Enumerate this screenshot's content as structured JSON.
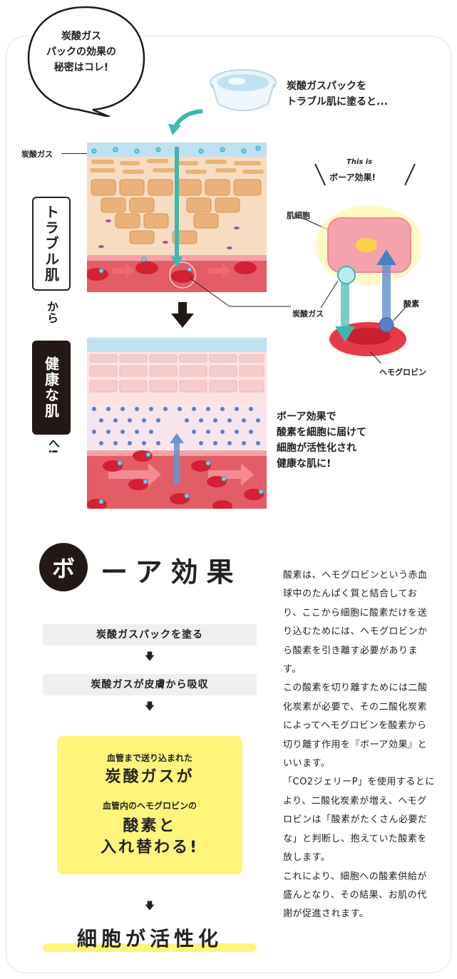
{
  "bubble": {
    "text": "炭酸ガス\nパックの効果の\n秘密はコレ!"
  },
  "pack": {
    "caption": "炭酸ガスパックを\nトラブル肌に塗ると..."
  },
  "diagram": {
    "co2_label": "炭酸ガス",
    "this_is": "This is",
    "bohr_label": "ボーア効果!",
    "skin_cell_label": "肌細胞",
    "co2_gas_label": "炭酸ガス",
    "oxygen_label": "酸素",
    "hemoglobin_label": "ヘモグロビン",
    "trouble_skin": "トラブル肌",
    "kara": "から",
    "healthy_skin": "健康な肌",
    "he": "へ!",
    "bohr_caption": "ボーア効果で\n酸素を細胞に届けて\n細胞が活性化され\n健康な肌に!"
  },
  "title": {
    "first": "ボ",
    "rest": "ーア効果"
  },
  "steps": [
    "炭酸ガスパックを塗る",
    "炭酸ガスが皮膚から吸収"
  ],
  "arrow_glyph": "🡇",
  "yellow": {
    "line1": "血管まで送り込まれた",
    "line2": "炭酸ガスが",
    "line3": "血管内のヘモグロビンの",
    "line4": "酸素と\n入れ替わる!"
  },
  "final": "細胞が活性化",
  "body": [
    "酸素は、ヘモグロビンという赤血球中のたんぱく質と結合しており、ここから細胞に酸素だけを送り込むためには、ヘモグロビンから酸素を引き離す必要があります。",
    "この酸素を切り離すためには二酸化炭素が必要で、その二酸化炭素によってヘモグロビンを酸素から切り離す作用を『ボーア効果』といいます。",
    "「CO2ジェリーP」を使用するとにより、二酸化炭素が増え、ヘモグロビンは「酸素がたくさん必要だな」と判断し、抱えていた酸素を放します。",
    "これにより、細胞への酸素供給が盛んとなり、その結果、お肌の代謝が促進されます。"
  ],
  "colors": {
    "accent_teal": "#3cb8b0",
    "yellow": "#fff57a",
    "dark": "#231815",
    "red": "#e8394a"
  }
}
